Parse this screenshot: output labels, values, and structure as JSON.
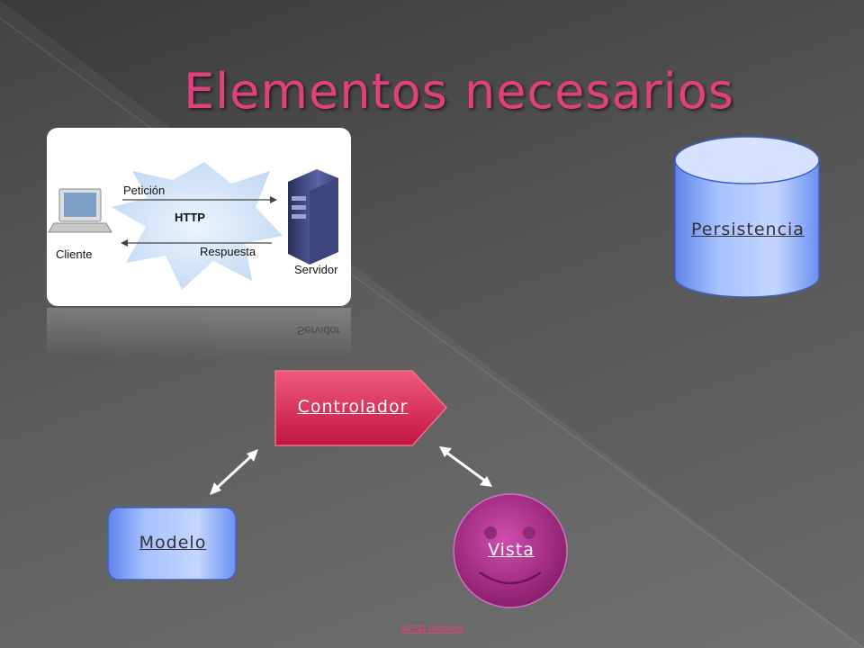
{
  "title": "Elementos necesarios",
  "http_diagram": {
    "client_label": "Cliente",
    "server_label": "Servidor",
    "request_label": "Petición",
    "response_label": "Respuesta",
    "protocol_label": "HTTP"
  },
  "reflection_text": "Servidor",
  "shapes": {
    "persistencia": "Persistencia",
    "controlador": "Controlador",
    "modelo": "Modelo",
    "vista": "Vista"
  },
  "footer": "M²SD Arbórea",
  "colors": {
    "title": "#e0407c",
    "controlador": "#d8204e",
    "persistencia": "#8fb0ff",
    "modelo": "#8fb0ff",
    "vista": "#b0328e"
  }
}
